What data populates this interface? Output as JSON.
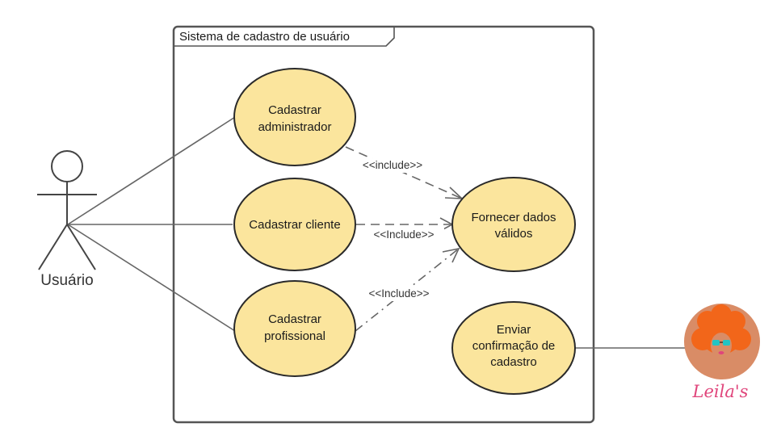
{
  "system": {
    "title": "Sistema de cadastro de usuário"
  },
  "actor": {
    "label": "Usuário"
  },
  "use_cases": {
    "admin": [
      "Cadastrar",
      "administrador"
    ],
    "cliente": [
      "Cadastrar cliente"
    ],
    "profissional": [
      "Cadastrar",
      "profissional"
    ],
    "fornecer": [
      "Fornecer dados",
      "válidos"
    ],
    "enviar": [
      "Enviar",
      "confirmação de",
      "cadastro"
    ]
  },
  "relations": {
    "include_admin": "<<include>>",
    "include_cliente": "<<Include>>",
    "include_profissional": "<<Include>>"
  },
  "external_actor": {
    "name": "avatar-icon",
    "logo_text": "Leila's"
  },
  "colors": {
    "use_case_fill": "#fbe59d",
    "stroke": "#2a2a2a",
    "line": "#666666",
    "avatar_bg": "#d98c66",
    "hair": "#f2661a",
    "logo": "#e0457b"
  }
}
